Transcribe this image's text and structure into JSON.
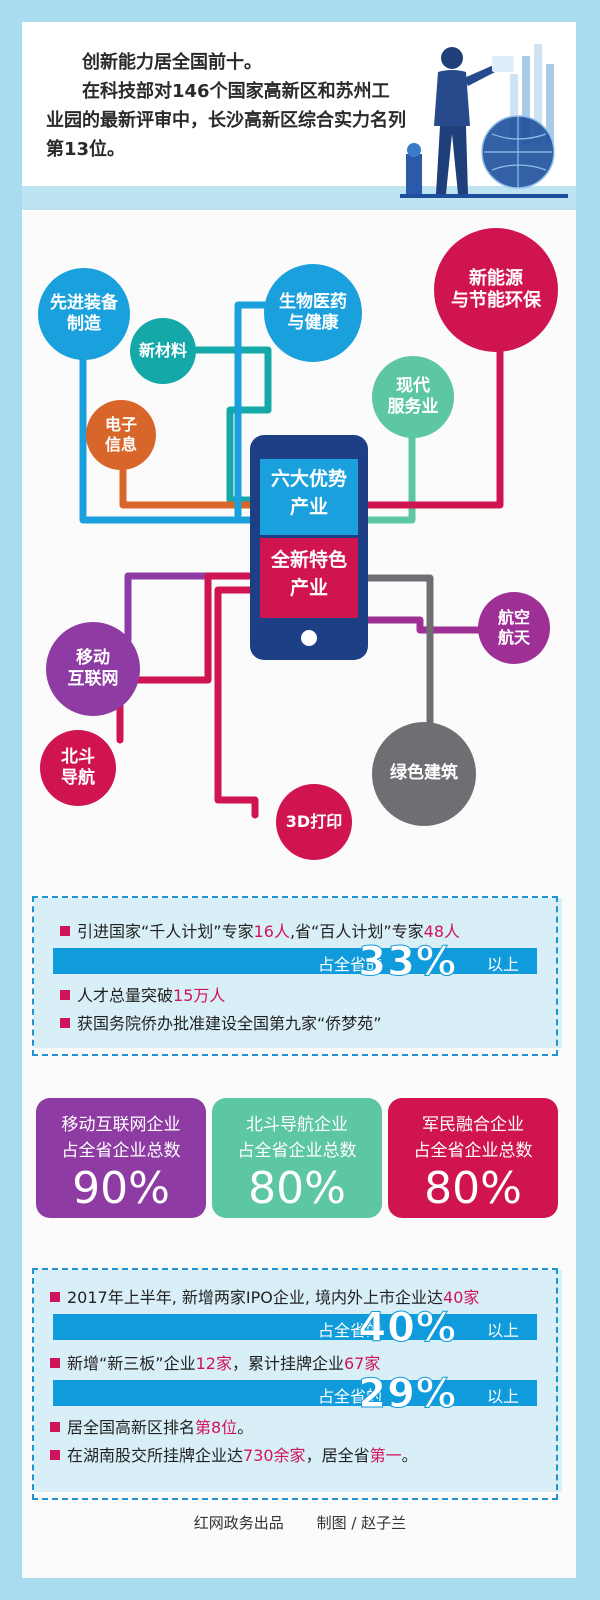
{
  "intro": {
    "line1": "创新能力居全国前十。",
    "para": "在科技部对146个国家高新区和苏州工业园的最新评审中，长沙高新区综合实力名列第13位。"
  },
  "industries": {
    "phone_top": "六大优势\n产业",
    "phone_bottom": "全新特色\n产业",
    "advantage": [
      {
        "label": "先进装备\n制造",
        "color": "#1aa0dd"
      },
      {
        "label": "新材料",
        "color": "#14a8a8"
      },
      {
        "label": "电子\n信息",
        "color": "#d8662a"
      },
      {
        "label": "生物医药\n与健康",
        "color": "#1aa0dd"
      },
      {
        "label": "现代\n服务业",
        "color": "#5cc7a0"
      },
      {
        "label": "新能源\n与节能环保",
        "color": "#d0144f"
      }
    ],
    "featured": [
      {
        "label": "移动\n互联网",
        "color": "#8e3ba3"
      },
      {
        "label": "北斗\n导航",
        "color": "#d0144f"
      },
      {
        "label": "3D打印",
        "color": "#d0144f"
      },
      {
        "label": "航空\n航天",
        "color": "#9e2f94"
      },
      {
        "label": "绿色建筑",
        "color": "#6f6e73"
      }
    ]
  },
  "talent": {
    "row1_a": "引进国家“千人计划”专家",
    "row1_b": "16人",
    "row1_c": ",省“百人计划”专家",
    "row1_d": "48人",
    "bar_pre": "占全省的",
    "bar_value": "33%",
    "bar_post": "以上",
    "row2_a": "人才总量突破",
    "row2_b": "15万人",
    "row3": "获国务院侨办批准建设全国第九家“侨梦苑”"
  },
  "stats": [
    {
      "line1": "移动互联网企业",
      "line2": "占全省企业总数",
      "value": "90%",
      "color": "#8e3ba3"
    },
    {
      "line1": "北斗导航企业",
      "line2": "占全省企业总数",
      "value": "80%",
      "color": "#5cc7a0"
    },
    {
      "line1": "军民融合企业",
      "line2": "占全省企业总数",
      "value": "80%",
      "color": "#d0144f"
    }
  ],
  "listing": {
    "row1_a": "2017年上半年, 新增两家IPO企业, 境内外上市企业达",
    "row1_b": "40家",
    "bar1_pre": "占全省的",
    "bar1_value": "40%",
    "bar1_post": "以上",
    "row2_a": "新增“新三板”企业",
    "row2_b": "12家",
    "row2_c": "，累计挂牌企业",
    "row2_d": "67家",
    "bar2_pre": "占全省的",
    "bar2_value": "29%",
    "bar2_post": "以上",
    "row3_a": "居全国高新区排名",
    "row3_b": "第8位",
    "row3_c": "。",
    "row4_a": "在湖南股交所挂牌企业达",
    "row4_b": "730余家",
    "row4_c": "，居全省",
    "row4_d": "第一",
    "row4_e": "。"
  },
  "footer": {
    "source": "红网政务出品",
    "credit": "制图 / 赵子兰"
  }
}
